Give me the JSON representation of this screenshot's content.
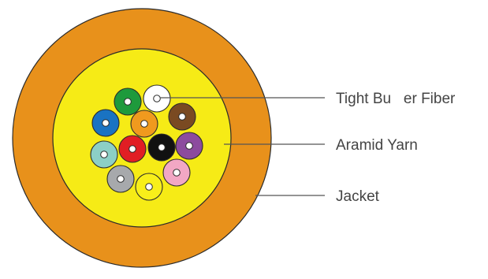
{
  "labels": {
    "tight_buffer": "Tight Bu   er Fiber",
    "aramid": "Aramid Yarn",
    "jacket": "Jacket"
  },
  "colors": {
    "jacket": "#E8911B",
    "aramid": "#F6EB16",
    "outline": "#2B2B2B",
    "leader": "#555555",
    "text": "#444444",
    "core_inner": "#ffffff"
  },
  "fibers": [
    {
      "name": "green",
      "color": "#1E9A3C"
    },
    {
      "name": "white",
      "color": "#FFFFFF"
    },
    {
      "name": "blue",
      "color": "#1A73C2"
    },
    {
      "name": "orange",
      "color": "#F09A1E"
    },
    {
      "name": "brown",
      "color": "#7A4A22"
    },
    {
      "name": "aqua",
      "color": "#8CCFC6"
    },
    {
      "name": "red",
      "color": "#E11E24"
    },
    {
      "name": "black",
      "color": "#111111"
    },
    {
      "name": "violet",
      "color": "#8C4B9E"
    },
    {
      "name": "slate",
      "color": "#A7A9AC"
    },
    {
      "name": "rose",
      "color": "#F2A7C4"
    },
    {
      "name": "yellow",
      "color": "#F8EF1A"
    }
  ]
}
